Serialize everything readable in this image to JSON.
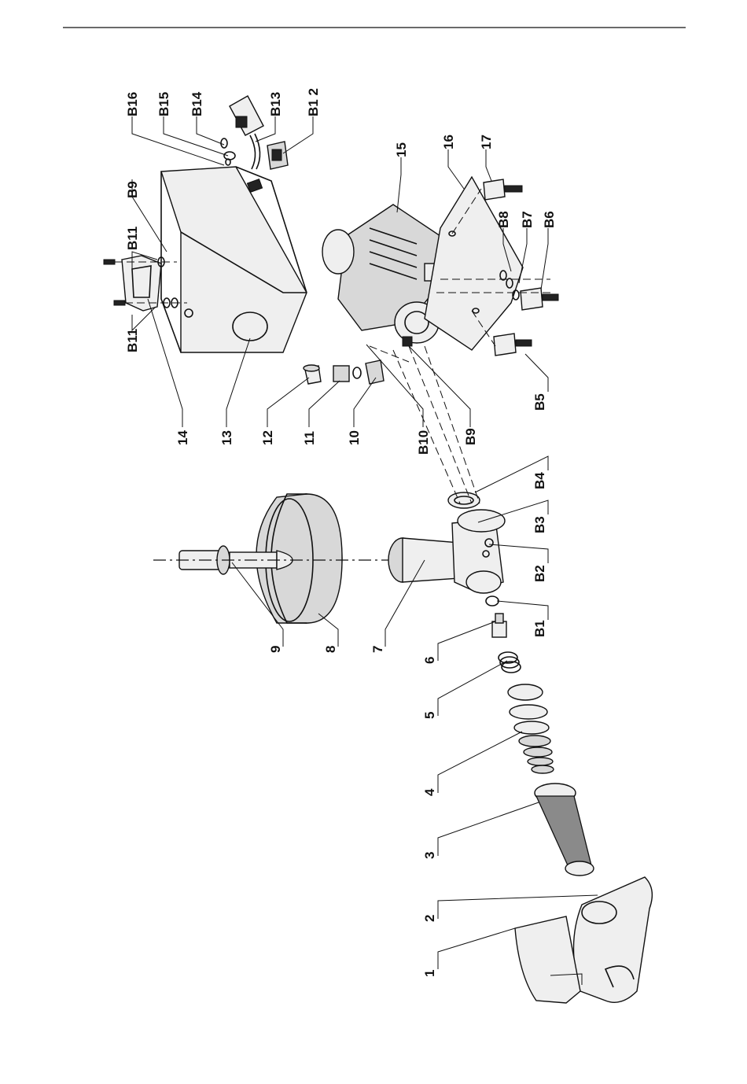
{
  "labels": {
    "p1": "1",
    "p2": "2",
    "p3": "3",
    "p4": "4",
    "p5": "5",
    "p6": "6",
    "p7": "7",
    "p8": "8",
    "p9": "9",
    "p10": "10",
    "p11": "11",
    "p12": "12",
    "p13": "13",
    "p14": "14",
    "p15": "15",
    "p16": "16",
    "p17": "17",
    "b1": "B1",
    "b2": "B2",
    "b3": "B3",
    "b4": "B4",
    "b5": "B5",
    "b6": "B6",
    "b7": "B7",
    "b8": "B8",
    "b9a": "B9",
    "b9b": "B9",
    "b10": "B10",
    "b11a": "B11",
    "b11b": "B11",
    "b12": "B1 2",
    "b13": "B13",
    "b14": "B14",
    "b15": "B15",
    "b16": "B16"
  }
}
